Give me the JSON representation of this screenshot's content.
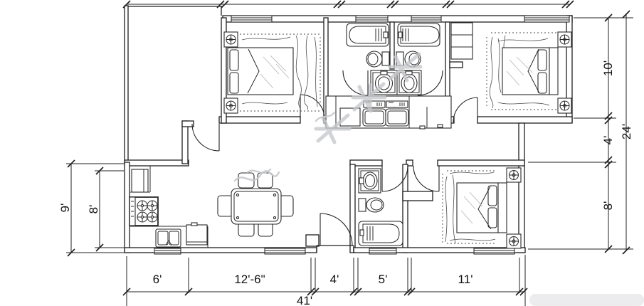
{
  "dimensions": {
    "left_outer": "9'",
    "left_inner": "8'",
    "right_top": "10'",
    "right_middle": "4'",
    "right_total": "24'",
    "right_bottom": "8'",
    "bottom_segments": {
      "s1": "6'",
      "s2": "12'-6\"",
      "s3": "4'",
      "s4": "5'",
      "s5": "11'"
    },
    "bottom_total": "41'"
  },
  "colors": {
    "line": "#1f1f1f",
    "dimension_text": "#111111",
    "watermark": "#c4c7cb",
    "background": "#ffffff"
  }
}
